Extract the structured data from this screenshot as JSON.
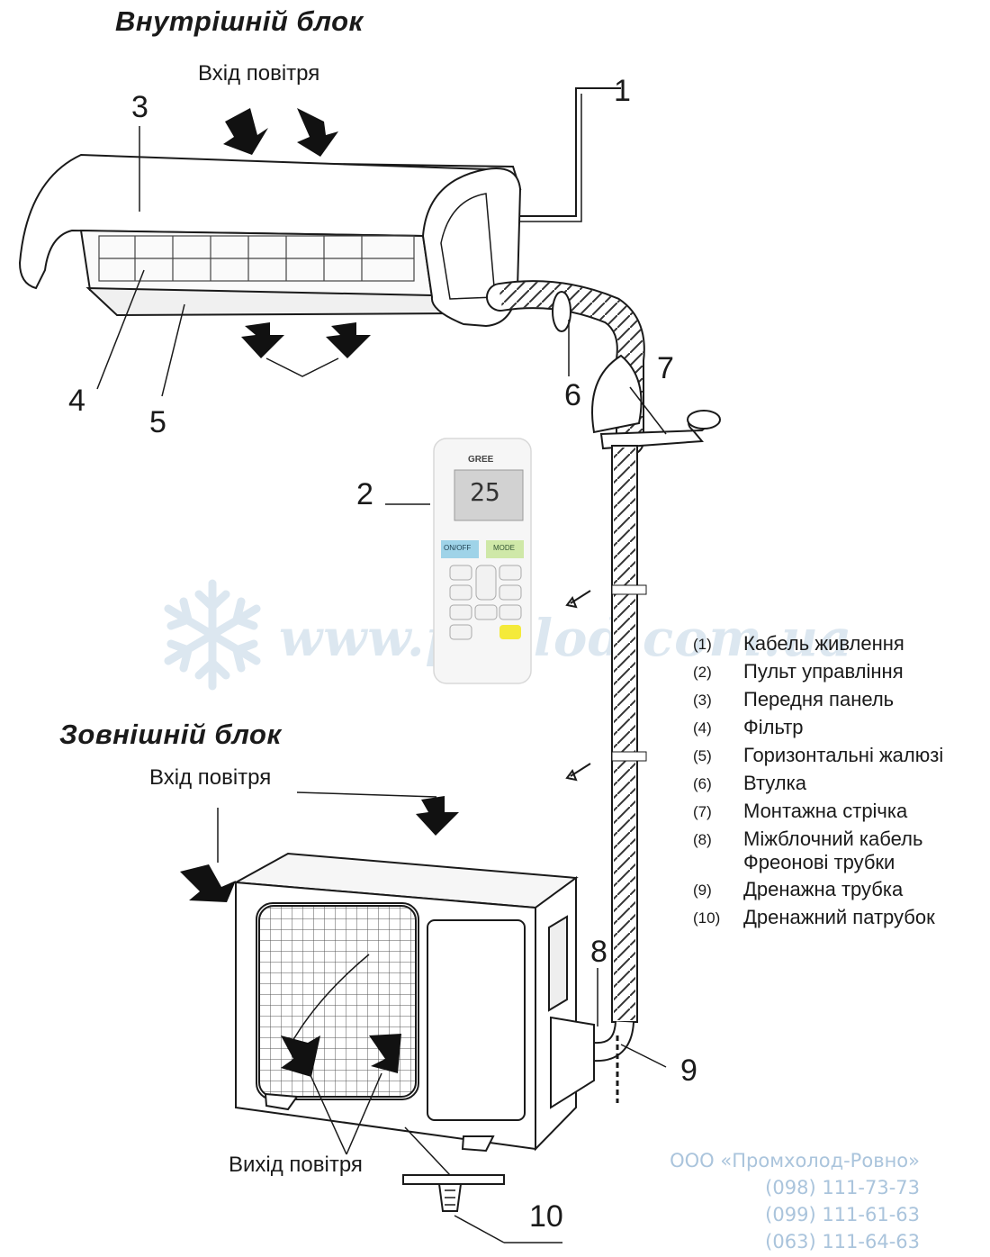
{
  "titles": {
    "indoor": "Внутрішній блок",
    "outdoor": "Зовнішній блок"
  },
  "labels": {
    "air_in_top": "Вхід повітря",
    "air_in_outdoor": "Вхід повітря",
    "air_out": "Вихід повітря"
  },
  "callouts": [
    "1",
    "2",
    "3",
    "4",
    "5",
    "6",
    "7",
    "8",
    "9",
    "10"
  ],
  "legend": [
    {
      "num": "(1)",
      "text": "Кабель живлення"
    },
    {
      "num": "(2)",
      "text": "Пульт управління"
    },
    {
      "num": "(3)",
      "text": "Передня панель"
    },
    {
      "num": "(4)",
      "text": "Фільтр"
    },
    {
      "num": "(5)",
      "text": "Горизонтальні жалюзі"
    },
    {
      "num": "(6)",
      "text": "Втулка"
    },
    {
      "num": "(7)",
      "text": "Монтажна стрічка"
    },
    {
      "num": "(8)",
      "text": "Міжблочний кабель",
      "text2": "Фреонові трубки"
    },
    {
      "num": "(9)",
      "text": "Дренажна трубка"
    },
    {
      "num": "(10)",
      "text": "Дренажний патрубок"
    }
  ],
  "remote": {
    "brand": "GREE",
    "display": "25",
    "btn_left": "ON/OFF",
    "btn_right": "MODE"
  },
  "watermark": "www.pholod.com.ua",
  "company": {
    "name": "ООО «Промхолод-Ровно»",
    "phones": [
      "(098) 111-73-73",
      "(099) 111-61-63",
      "(063) 111-64-63"
    ]
  },
  "colors": {
    "line": "#1a1a1a",
    "company_text": "#aac4dc",
    "watermark": "#dce7f0",
    "remote_btn_blue": "#9fd3e8",
    "remote_btn_green": "#cfe8a8",
    "remote_btn_yellow": "#f4ea3a"
  }
}
